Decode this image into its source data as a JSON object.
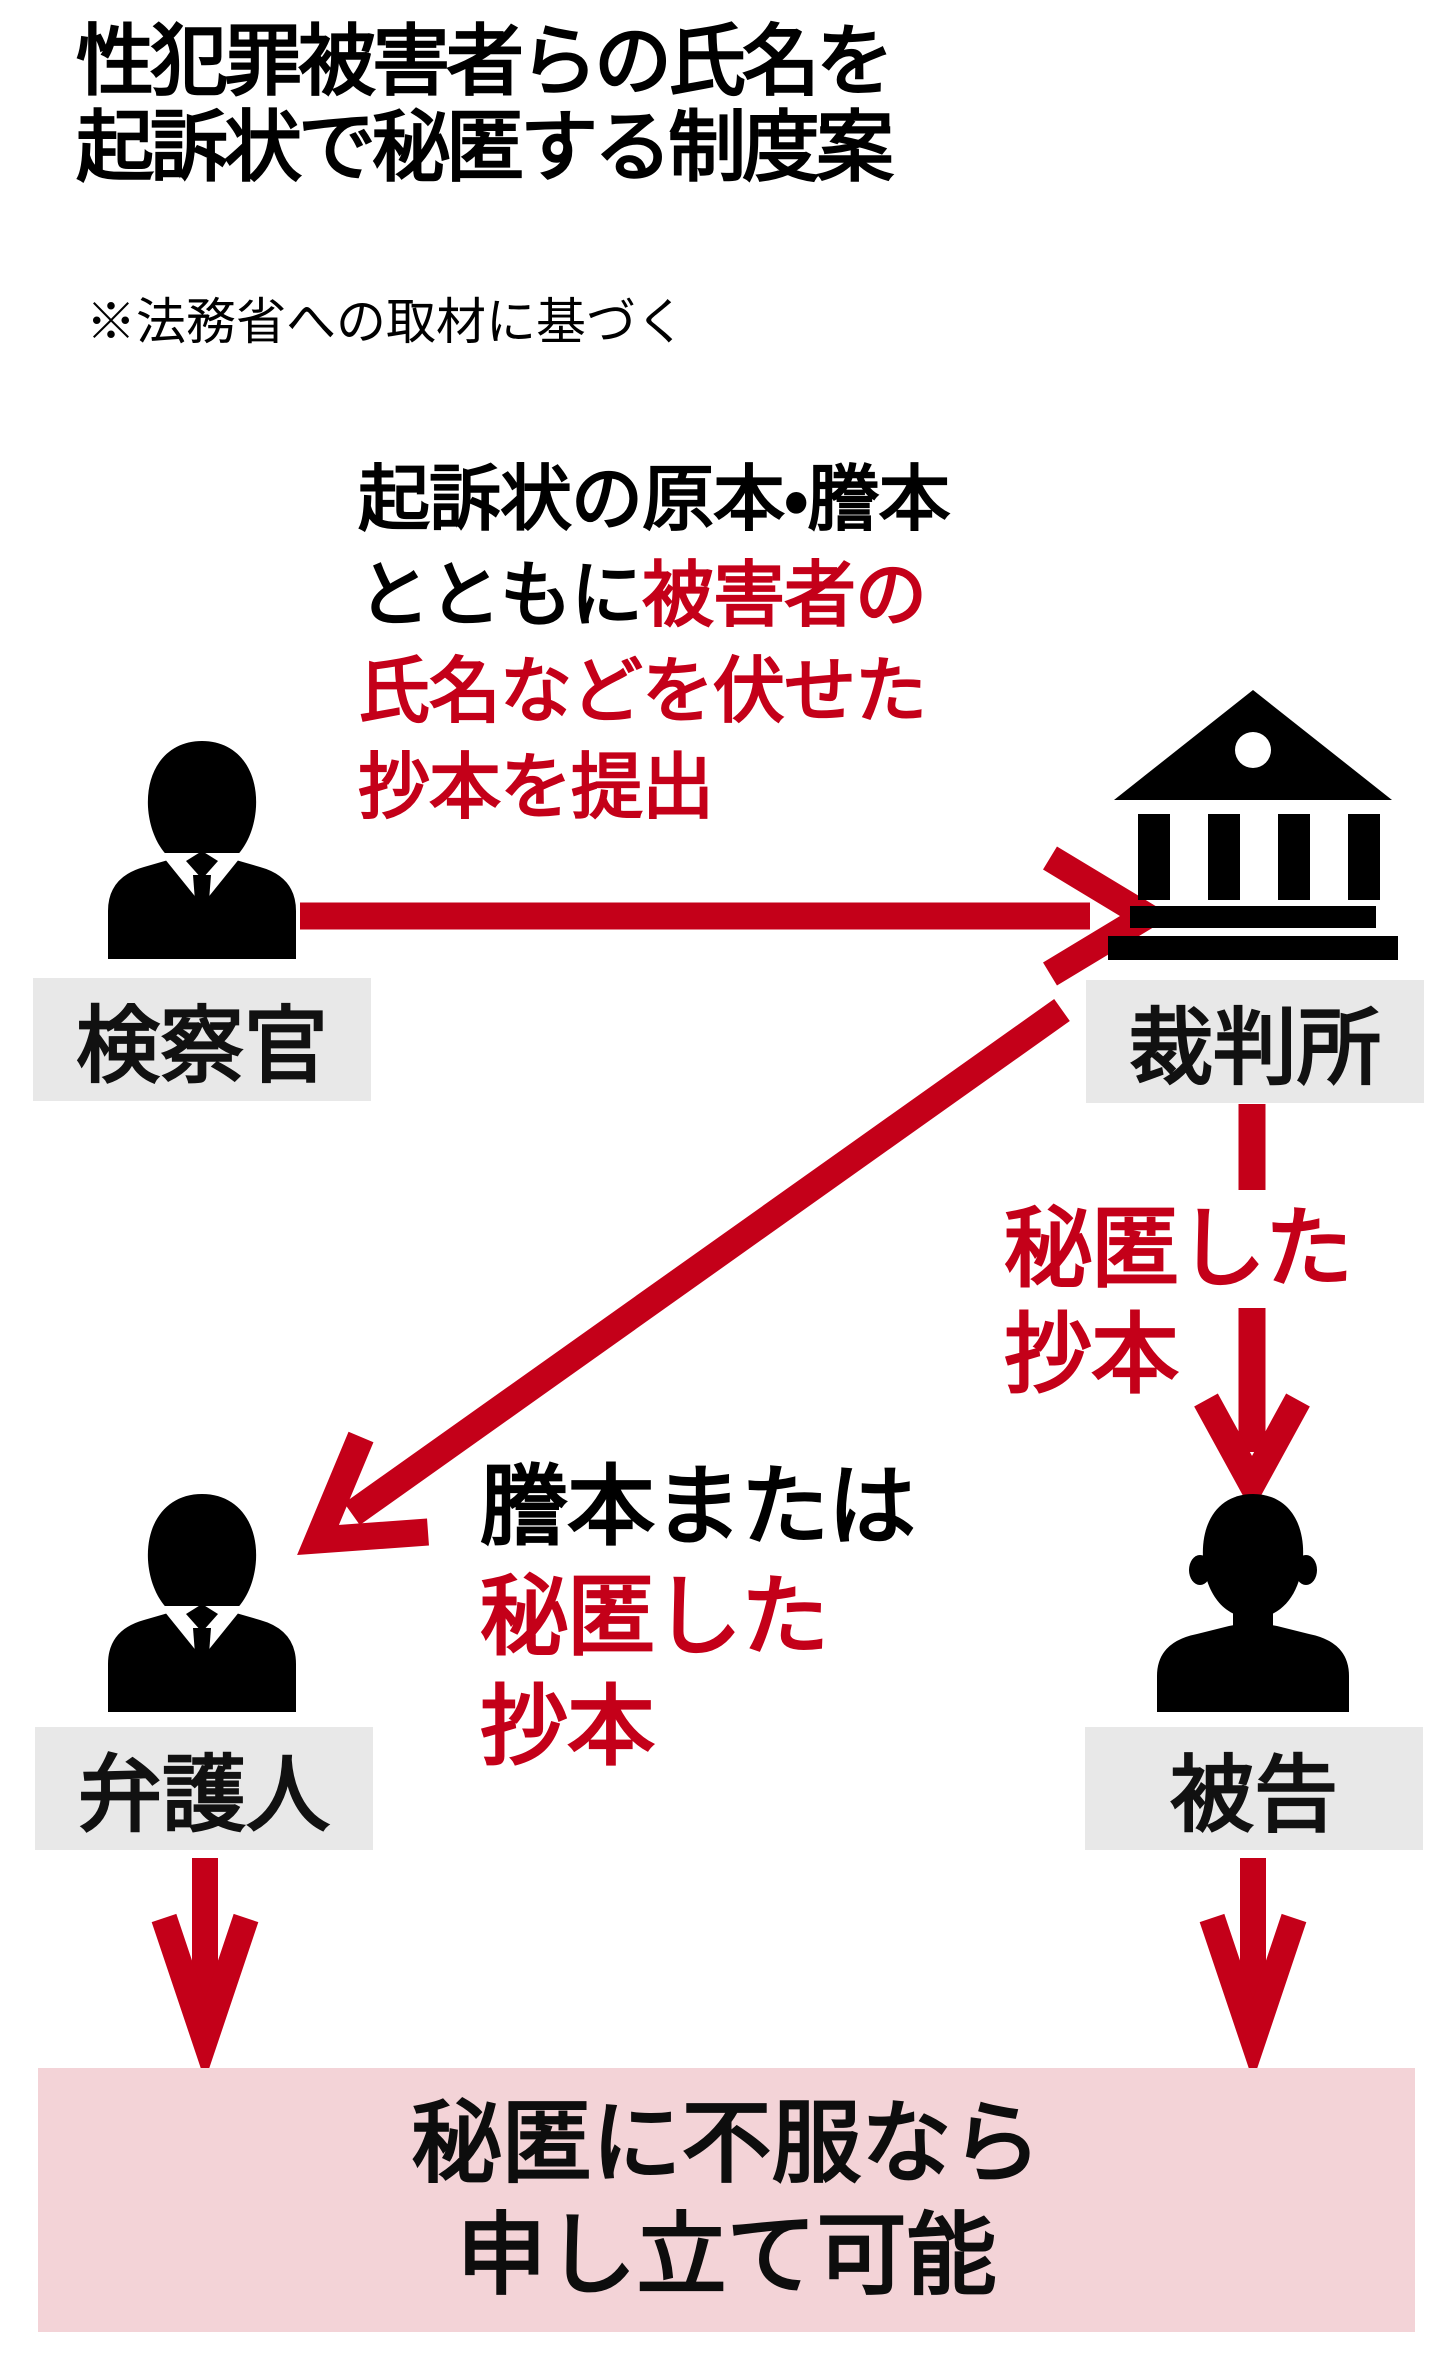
{
  "header": {
    "title_line1": "性犯罪被害者らの氏名を",
    "title_line2": "起訴状で秘匿する制度案",
    "note": "※法務省への取材に基づく"
  },
  "colors": {
    "red": "#c40019",
    "pink": "#f3d3d7",
    "label_gray": "#e8e8e8",
    "ink": "#000000"
  },
  "flow": {
    "submit": {
      "line1_black": "起訴状の原本・謄本",
      "line2_black": "とともに",
      "line2_red": "被害者の",
      "line3_red": "氏名などを伏せた",
      "line4_red": "抄本を提出"
    },
    "court_to_defendant": {
      "line1_red": "秘匿した",
      "line2_red": "抄本"
    },
    "court_to_attorney": {
      "line1_black": "謄本または",
      "line2_red": "秘匿した",
      "line3_red": "抄本"
    }
  },
  "nodes": {
    "prosecutor": {
      "label": "検察官"
    },
    "court": {
      "label": "裁判所"
    },
    "attorney": {
      "label": "弁護人"
    },
    "defendant": {
      "label": "被告"
    }
  },
  "footer": {
    "line1": "秘匿に不服なら",
    "line2": "申し立て可能"
  }
}
